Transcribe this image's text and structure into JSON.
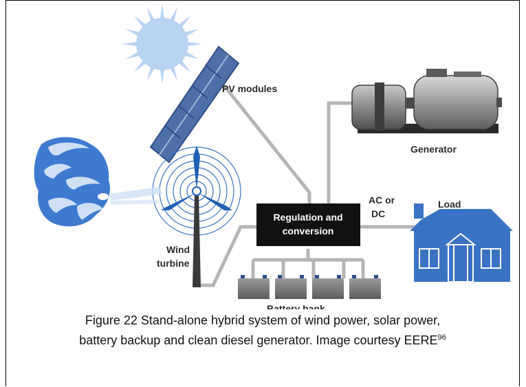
{
  "labels": {
    "pv_modules": "PV modules",
    "generator": "Generator",
    "ac_or": "AC or",
    "dc": "DC",
    "load": "Load",
    "regulation_line1": "Regulation and",
    "regulation_line2": "conversion",
    "wind": "Wind",
    "turbine": "turbine",
    "battery_bank": "Battery bank"
  },
  "caption": {
    "line1": "Figure 22  Stand-alone hybrid system of wind power, solar power,",
    "line2": "battery backup and clean diesel generator.  Image courtesy EERE",
    "ref": "96"
  },
  "colors": {
    "sun": "#b9d3f2",
    "panel": "#4f6fa8",
    "wire": "#b5b5b5",
    "box": "#111111",
    "house": "#3a72c4",
    "battery": "#7d7d7d",
    "generator": "#8f8f8f"
  }
}
